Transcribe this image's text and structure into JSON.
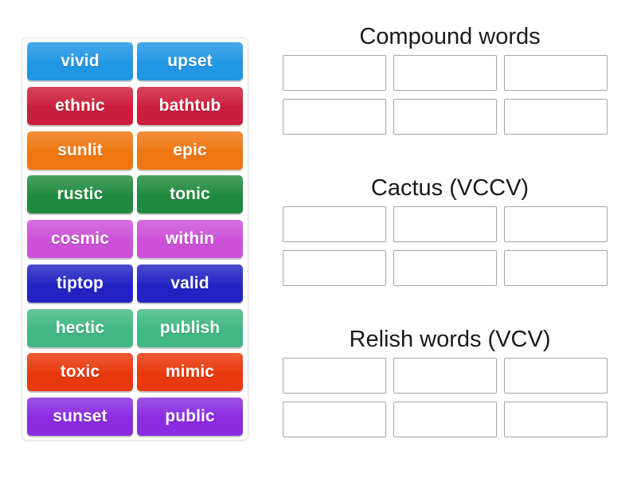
{
  "word_bank": {
    "name": "word-bank",
    "rows": [
      [
        {
          "label": "vivid",
          "color": "#2196e3"
        },
        {
          "label": "upset",
          "color": "#2196e3"
        }
      ],
      [
        {
          "label": "ethnic",
          "color": "#cc1e3c"
        },
        {
          "label": "bathtub",
          "color": "#cc1e3c"
        }
      ],
      [
        {
          "label": "sunlit",
          "color": "#f0760f"
        },
        {
          "label": "epic",
          "color": "#f0760f"
        }
      ],
      [
        {
          "label": "rustic",
          "color": "#1f8a3f"
        },
        {
          "label": "tonic",
          "color": "#1f8a3f"
        }
      ],
      [
        {
          "label": "cosmic",
          "color": "#cb51d8"
        },
        {
          "label": "within",
          "color": "#cb51d8"
        }
      ],
      [
        {
          "label": "tiptop",
          "color": "#2323c4"
        },
        {
          "label": "valid",
          "color": "#2323c4"
        }
      ],
      [
        {
          "label": "hectic",
          "color": "#41b883"
        },
        {
          "label": "publish",
          "color": "#41b883"
        }
      ],
      [
        {
          "label": "toxic",
          "color": "#e8380d"
        },
        {
          "label": "mimic",
          "color": "#e8380d"
        }
      ],
      [
        {
          "label": "sunset",
          "color": "#8a2be2"
        },
        {
          "label": "public",
          "color": "#8a2be2"
        }
      ]
    ]
  },
  "categories": [
    {
      "title": "Compound words",
      "slots": [
        "",
        "",
        "",
        "",
        "",
        ""
      ]
    },
    {
      "title": "Cactus (VCCV)",
      "slots": [
        "",
        "",
        "",
        "",
        "",
        ""
      ]
    },
    {
      "title": "Relish words (VCV)",
      "slots": [
        "",
        "",
        "",
        "",
        "",
        ""
      ]
    }
  ]
}
